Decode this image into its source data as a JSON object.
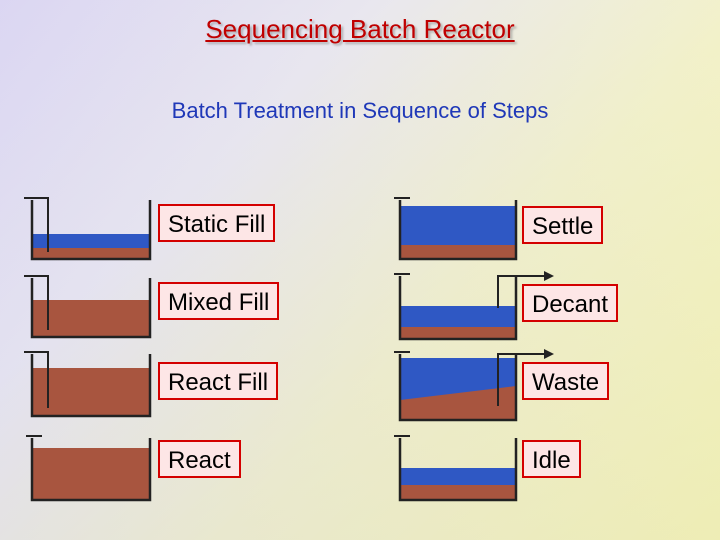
{
  "title": "Sequencing Batch Reactor",
  "subtitle": "Batch Treatment in Sequence of Steps",
  "colors": {
    "title": "#c00000",
    "subtitle": "#1f38b8",
    "label_border": "#d40000",
    "label_fill": "#fde6e6",
    "water": "#2f58c4",
    "sludge": "#a8553f"
  },
  "steps": [
    {
      "label": "Static Fill"
    },
    {
      "label": "Mixed Fill"
    },
    {
      "label": "React Fill"
    },
    {
      "label": "React"
    },
    {
      "label": "Settle"
    },
    {
      "label": "Decant"
    },
    {
      "label": "Waste"
    },
    {
      "label": "Idle"
    }
  ]
}
